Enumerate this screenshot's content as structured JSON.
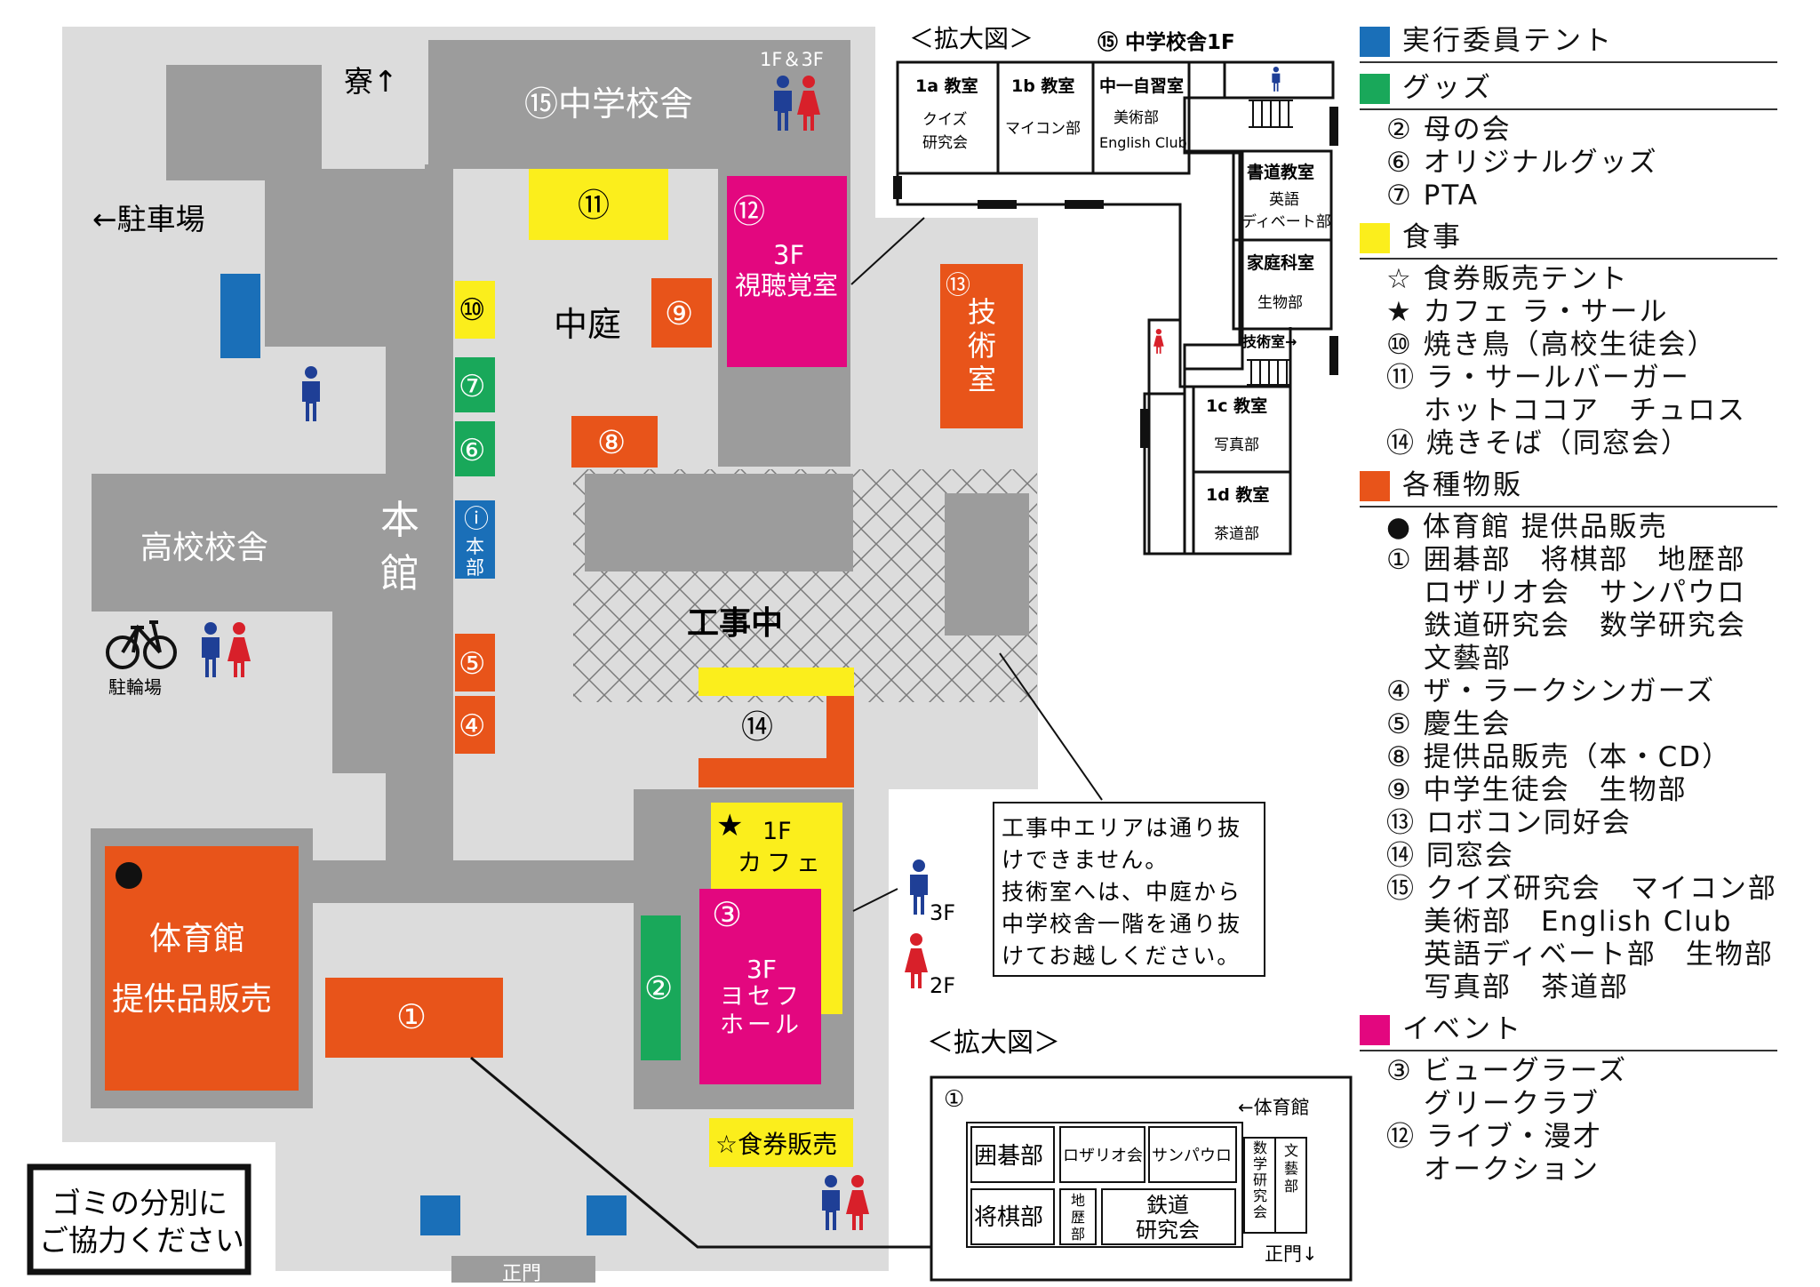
{
  "map": {
    "labels": {
      "dorm": "寮↑",
      "parking": "←駐車場",
      "jhs_building": "⑮中学校舎",
      "jhs_floors": "1F＆3F",
      "hs_building": "高校校舎",
      "main_building": "本館",
      "courtyard": "中庭",
      "construction": "工事中",
      "bicycle_parking": "駐輪場",
      "main_gate": "正門",
      "info_mark": "ⓘ",
      "info_text": "本部",
      "av_room": "3F 視聴覚室",
      "tech_room": "技術室",
      "gym": "体育館",
      "gym_sub": "提供品販売",
      "cafe_floor": "1F",
      "cafe": "カフェ",
      "hall_floor": "3F",
      "hall": "ヨセフホール",
      "ticket": "☆食券販売",
      "wc_3f": "3F",
      "wc_2f": "2F",
      "trash_line1": "ゴミの分別に",
      "trash_line2": "ご協力ください"
    },
    "spots": {
      "s1": "①",
      "s2": "②",
      "s3": "③",
      "s4": "④",
      "s5": "⑤",
      "s6": "⑥",
      "s7": "⑦",
      "s8": "⑧",
      "s9": "⑨",
      "s10": "⑩",
      "s11": "⑪",
      "s12": "⑫",
      "s13": "⑬",
      "s14": "⑭"
    },
    "notice": [
      "工事中エリアは通り抜",
      "けできません。",
      "技術室へは、中庭から",
      "中学校舎一階を通り抜",
      "けてお越しください。"
    ]
  },
  "inset_jhs": {
    "title": "＜拡大図＞",
    "subtitle": "⑮ 中学校舎1F",
    "rooms": {
      "r1a": "1a 教室",
      "r1a_sub1": "クイズ",
      "r1a_sub2": "研究会",
      "r1b": "1b 教室",
      "r1b_sub": "マイコン部",
      "study": "中一自習室",
      "study_sub1": "美術部",
      "study_sub2": "English Club",
      "calligraphy": "書道教室",
      "calligraphy_sub1": "英語",
      "calligraphy_sub2": "ディベート部",
      "home": "家庭科室",
      "home_sub": "生物部",
      "tech_arrow": "技術室→",
      "r1c": "1c 教室",
      "r1c_sub": "写真部",
      "r1d": "1d 教室",
      "r1d_sub": "茶道部"
    }
  },
  "inset_booth": {
    "title": "＜拡大図＞",
    "number": "①",
    "gym_arrow": "←体育館",
    "gate_arrow": "正門↓",
    "cells": {
      "go": "囲碁部",
      "rosario": "ロザリオ会",
      "sanpaulo": "サンパウロ",
      "math_1": "数",
      "math_2": "学",
      "math_3": "研",
      "math_4": "究",
      "math_5": "会",
      "bungei_1": "文",
      "bungei_2": "藝",
      "bungei_3": "部",
      "shogi": "将棋部",
      "chireki_1": "地",
      "chireki_2": "歴",
      "chireki_3": "部",
      "tetsudo_1": "鉄道",
      "tetsudo_2": "研究会"
    }
  },
  "legend": {
    "committee": "実行委員テント",
    "goods": {
      "title": "グッズ",
      "items": [
        "② 母の会",
        "⑥ オリジナルグッズ",
        "⑦ PTA"
      ]
    },
    "food": {
      "title": "食事",
      "items": [
        "☆ 食券販売テント",
        "★ カフェ ラ・サール",
        "⑩ 焼き鳥（高校生徒会）",
        "⑪ ラ・サールバーガー"
      ],
      "cont": "ホットココア　チュロス",
      "last": "⑭ 焼きそば（同窓会）"
    },
    "sales": {
      "title": "各種物販",
      "gym": "● 体育館 提供品販売",
      "i1": "① 囲碁部　将棋部　地歴部",
      "i1_c1": "ロザリオ会　サンパウロ",
      "i1_c2": "鉄道研究会　数学研究会",
      "i1_c3": "文藝部",
      "i4": "④ ザ・ラークシンガーズ",
      "i5": "⑤ 慶生会",
      "i8": "⑧ 提供品販売（本・CD）",
      "i9": "⑨ 中学生徒会　生物部",
      "i13": "⑬ ロボコン同好会",
      "i14": "⑭ 同窓会",
      "i15": "⑮ クイズ研究会　マイコン部",
      "i15_c1": "美術部　English Club",
      "i15_c2": "英語ディベート部　生物部",
      "i15_c3": "写真部　茶道部"
    },
    "event": {
      "title": "イベント",
      "i3": "③ ビューグラーズ",
      "i3_c": "グリークラブ",
      "i12": "⑫ ライブ・漫才",
      "i12_c": "オークション"
    }
  },
  "colors": {
    "committee": "#1a6fb8",
    "goods": "#19a85a",
    "food": "#fbee1c",
    "sales": "#e8541a",
    "event": "#e3077f",
    "building": "#9c9c9c",
    "ground": "#dcdcdc",
    "male": "#1f3f96",
    "female": "#d8202a"
  }
}
